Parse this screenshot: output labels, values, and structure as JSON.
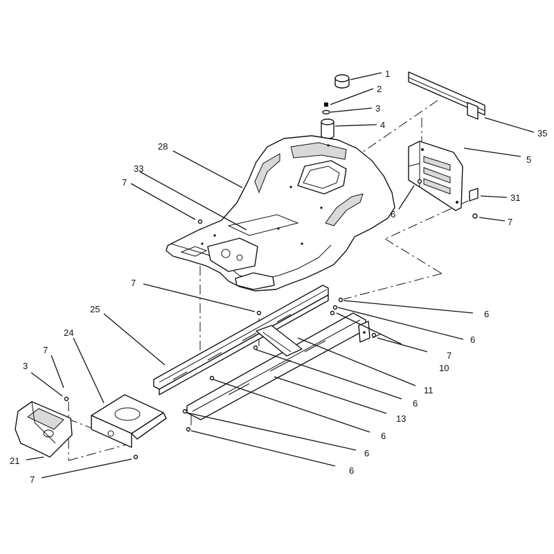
{
  "diagram": {
    "background": "#ffffff",
    "line_color": "#111111",
    "callouts": [
      {
        "key": "c1",
        "text": "1"
      },
      {
        "key": "c2",
        "text": "2"
      },
      {
        "key": "c3a",
        "text": "3"
      },
      {
        "key": "c4",
        "text": "4"
      },
      {
        "key": "c35",
        "text": "35"
      },
      {
        "key": "c28",
        "text": "28"
      },
      {
        "key": "c5",
        "text": "5"
      },
      {
        "key": "c33",
        "text": "33"
      },
      {
        "key": "c7a",
        "text": "7"
      },
      {
        "key": "c31",
        "text": "31"
      },
      {
        "key": "c6a",
        "text": "6"
      },
      {
        "key": "c7b",
        "text": "7"
      },
      {
        "key": "c7c",
        "text": "7"
      },
      {
        "key": "c25",
        "text": "25"
      },
      {
        "key": "c6b",
        "text": "6"
      },
      {
        "key": "c6c",
        "text": "6"
      },
      {
        "key": "c24",
        "text": "24"
      },
      {
        "key": "c7d",
        "text": "7"
      },
      {
        "key": "c10",
        "text": "10"
      },
      {
        "key": "c7e",
        "text": "7"
      },
      {
        "key": "c3b",
        "text": "3"
      },
      {
        "key": "c11",
        "text": "11"
      },
      {
        "key": "c6d",
        "text": "6"
      },
      {
        "key": "c13",
        "text": "13"
      },
      {
        "key": "c6e",
        "text": "6"
      },
      {
        "key": "c6f",
        "text": "6"
      },
      {
        "key": "c21",
        "text": "21"
      },
      {
        "key": "c6g",
        "text": "6"
      },
      {
        "key": "c7f",
        "text": "7"
      }
    ]
  }
}
